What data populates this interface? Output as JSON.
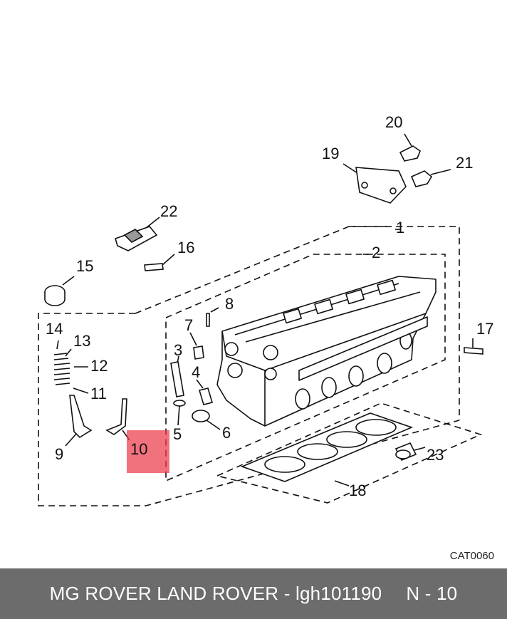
{
  "diagram": {
    "callouts": [
      {
        "id": "1",
        "label": "1"
      },
      {
        "id": "2",
        "label": "2"
      },
      {
        "id": "3",
        "label": "3"
      },
      {
        "id": "4",
        "label": "4"
      },
      {
        "id": "5",
        "label": "5"
      },
      {
        "id": "6",
        "label": "6"
      },
      {
        "id": "7",
        "label": "7"
      },
      {
        "id": "8",
        "label": "8"
      },
      {
        "id": "9",
        "label": "9"
      },
      {
        "id": "10",
        "label": "10"
      },
      {
        "id": "11",
        "label": "11"
      },
      {
        "id": "12",
        "label": "12"
      },
      {
        "id": "13",
        "label": "13"
      },
      {
        "id": "14",
        "label": "14"
      },
      {
        "id": "15",
        "label": "15"
      },
      {
        "id": "16",
        "label": "16"
      },
      {
        "id": "17",
        "label": "17"
      },
      {
        "id": "18",
        "label": "18"
      },
      {
        "id": "19",
        "label": "19"
      },
      {
        "id": "20",
        "label": "20"
      },
      {
        "id": "21",
        "label": "21"
      },
      {
        "id": "22",
        "label": "22"
      },
      {
        "id": "23",
        "label": "23"
      }
    ],
    "highlighted_callout": "10",
    "highlight_color": "#eb3c4b",
    "catalog_code": "CAT0060"
  },
  "footer": {
    "brands": "MG ROVER LAND ROVER - lgh101190",
    "reference": "N - 10",
    "background": "#6c6c6c"
  }
}
